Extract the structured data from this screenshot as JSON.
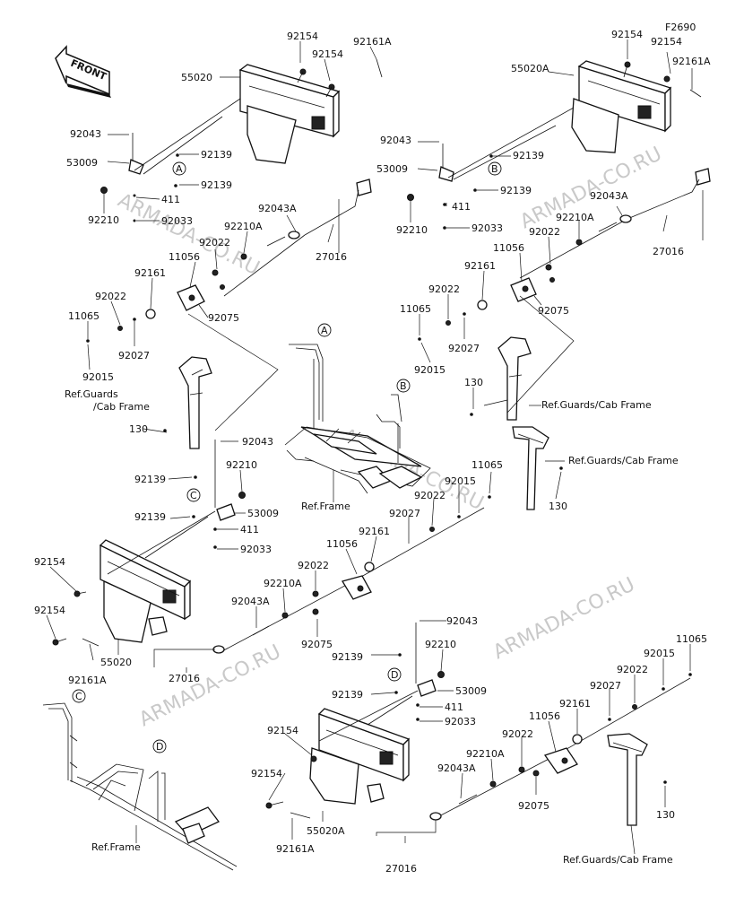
{
  "watermark": "ARMADA-CO.RU",
  "front_arrow_label": "FRONT",
  "callouts": {
    "A": "A",
    "B": "B",
    "C": "C",
    "D": "D"
  },
  "top_left": {
    "p55020": "55020",
    "p92154a": "92154",
    "p92154b": "92154",
    "p92161A": "92161A",
    "p92043": "92043",
    "p53009": "53009",
    "p92139a": "92139",
    "p92139b": "92139",
    "p411": "411",
    "p92210": "92210",
    "p92033": "92033",
    "p92043A": "92043A",
    "p92210A": "92210A",
    "p92022a": "92022",
    "p11056": "11056",
    "p92161": "92161",
    "p92022b": "92022",
    "p11065": "11065",
    "p92027": "92027",
    "p92075": "92075",
    "p92015": "92015",
    "p27016": "27016",
    "ref_guards_1": "Ref.Guards",
    "ref_guards_2": "/Cab Frame",
    "p130": "130"
  },
  "top_right": {
    "p92154a": "92154",
    "pF2690": "F2690",
    "p92154b": "92154",
    "p55020A": "55020A",
    "p92161A": "92161A",
    "p92043": "92043",
    "p92139a": "92139",
    "p53009": "53009",
    "p92139b": "92139",
    "p92210": "92210",
    "p411": "411",
    "p92033": "92033",
    "p92043A": "92043A",
    "p92210A": "92210A",
    "p92022a": "92022",
    "p11056": "11056",
    "p92161": "92161",
    "p92022b": "92022",
    "p11065": "11065",
    "p92075": "92075",
    "p92027": "92027",
    "p92015": "92015",
    "p27016": "27016",
    "p130": "130",
    "ref_guards": "Ref.Guards/Cab Frame"
  },
  "center": {
    "ref_frame": "Ref.Frame"
  },
  "mid_right": {
    "ref_guards": "Ref.Guards/Cab Frame",
    "p11065": "11065",
    "p92015": "92015",
    "p92022": "92022",
    "p92027": "92027",
    "p130": "130"
  },
  "mid_left": {
    "p92043": "92043",
    "p92210": "92210",
    "p92139a": "92139",
    "p53009": "53009",
    "p92139b": "92139",
    "p411": "411",
    "p92033": "92033",
    "p92161": "92161",
    "p11056": "11056",
    "p92022": "92022",
    "p92210A": "92210A",
    "p92154a": "92154",
    "p92154b": "92154",
    "p92043A": "92043A",
    "p92075": "92075",
    "p55020": "55020",
    "p92161A": "92161A",
    "p27016": "27016"
  },
  "bottom_right": {
    "p92043": "92043",
    "p92210": "92210",
    "p92139a": "92139",
    "p53009": "53009",
    "p92139b": "92139",
    "p411": "411",
    "p92033": "92033",
    "p11065": "11065",
    "p92015": "92015",
    "p92022a": "92022",
    "p92027": "92027",
    "p92161": "92161",
    "p11056": "11056",
    "p92022b": "92022",
    "p92210A": "92210A",
    "p92154a": "92154",
    "p92043A": "92043A",
    "p92154b": "92154",
    "p92075": "92075",
    "p130": "130",
    "p55020A": "55020A",
    "p92161A": "92161A",
    "p27016": "27016",
    "ref_guards": "Ref.Guards/Cab Frame"
  },
  "bottom_left": {
    "ref_frame": "Ref.Frame"
  }
}
